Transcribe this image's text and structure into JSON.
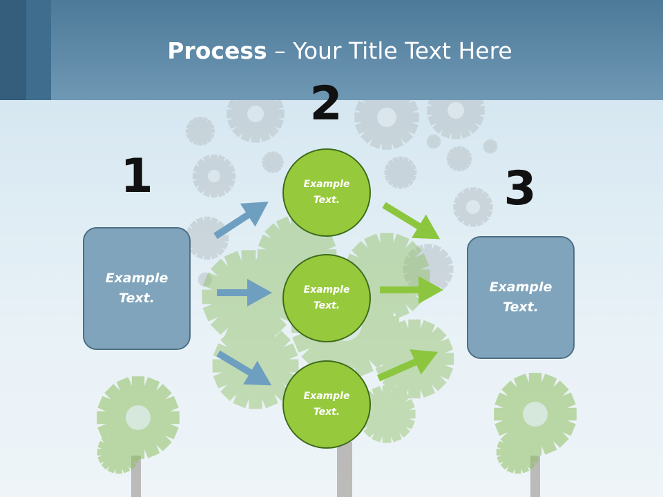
{
  "title": {
    "bold": "Process",
    "rest": " – Your Title Text Here"
  },
  "steps": [
    {
      "number": "1",
      "box_text": "Example\nText."
    },
    {
      "number": "2",
      "circles": [
        "Example\nText.",
        "Example\nText.",
        "Example\nText."
      ]
    },
    {
      "number": "3",
      "box_text": "Example\nText."
    }
  ],
  "colors": {
    "header": "#5f8aa8",
    "box_fill": "#7fa4bb",
    "circle_fill": "#97c93c",
    "blue_arrow": "#6f9fc0",
    "green_arrow": "#8cc63f",
    "gear": "#8fbf62"
  }
}
